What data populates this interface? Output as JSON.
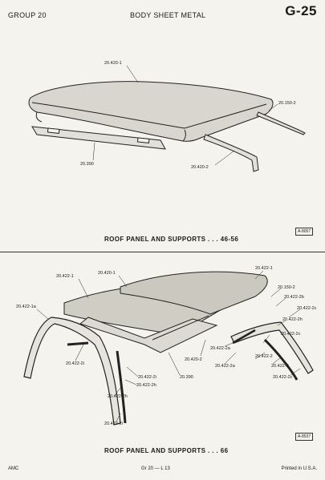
{
  "header": {
    "group": "GROUP 20",
    "title": "BODY SHEET METAL",
    "code": "G-25"
  },
  "diagram1": {
    "caption": "ROOF PANEL AND SUPPORTS . . .  46-56",
    "ref": "A-8057",
    "labels": {
      "roof_panel": "20.420-1",
      "rail_right": "20.150-2",
      "header_front": "20.390",
      "rail_left": "20.420-2"
    }
  },
  "diagram2": {
    "caption": "ROOF PANEL AND SUPPORTS . . . 66",
    "ref": "A-8537",
    "labels": {
      "l1": "20.422-1",
      "l2": "20.420-1",
      "l3": "20.422-1",
      "l4": "20.150-2",
      "l5": "20.422-1a",
      "l6": "20.422-2b",
      "l7": "20.422-2c",
      "l8": "20.422-2h",
      "l9": "20.422-2i",
      "l10": "20.420-2",
      "l11": "20.422-2i",
      "l12": "20.422-2h",
      "l13": "20.390",
      "l14": "20.422-2c",
      "l15": "20.422-2a",
      "l16": "20.422-2",
      "l17": "20.422-2a",
      "l18": "20.422-2h",
      "l19": "20.422-2",
      "l20": "20.422-2i",
      "l21": "20.422-2c"
    }
  },
  "footer": {
    "left": "AMC",
    "mid": "Gr 20 — L 13",
    "right": "Printed in U.S.A."
  }
}
